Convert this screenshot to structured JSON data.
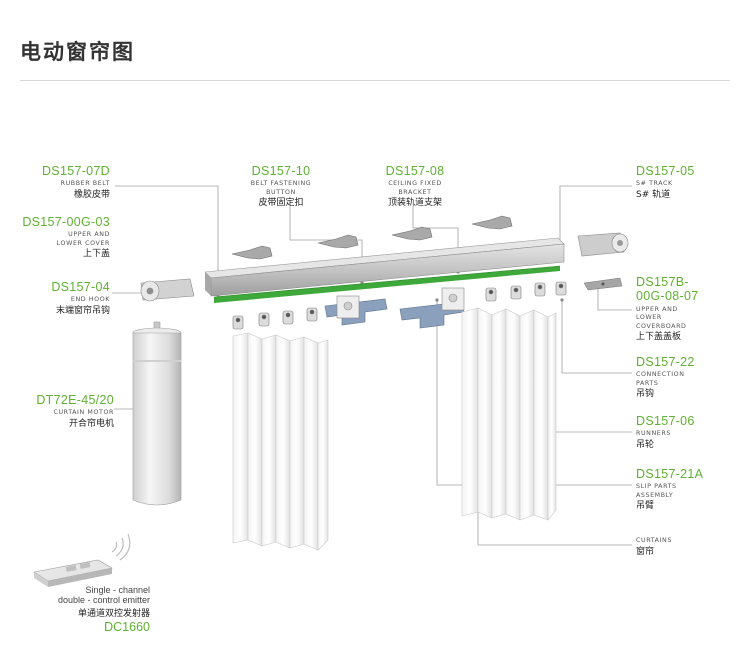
{
  "page": {
    "title": "电动窗帘图"
  },
  "labels": {
    "rubber_belt": {
      "code": "DS157-07D",
      "en": "RUBBER BELT",
      "cn": "橡胶皮带"
    },
    "upper_lower_cover": {
      "code": "DS157-00G-03",
      "en1": "UPPER AND",
      "en2": "LOWER COVER",
      "cn": "上下盖"
    },
    "end_hook": {
      "code": "DS157-04",
      "en": "END HOOK",
      "cn": "末端窗帘吊钩"
    },
    "motor": {
      "code": "DT72E-45/20",
      "en": "CURTAIN MOTOR",
      "cn": "开合帘电机"
    },
    "belt_button": {
      "code": "DS157-10",
      "en1": "BELT FASTENING",
      "en2": "BUTTON",
      "cn": "皮带固定扣"
    },
    "ceiling_bracket": {
      "code": "DS157-08",
      "en1": "CEILING FIXED",
      "en2": "BRACKET",
      "cn": "顶装轨道支架"
    },
    "track": {
      "code": "DS157-05",
      "en": "S# TRACK",
      "cn": "S# 轨道"
    },
    "coverboard": {
      "code1": "DS157B-",
      "code2": "00G-08-07",
      "en1": "UPPER AND",
      "en2": "LOWER",
      "en3": "COVERBOARD",
      "cn": "上下盖盖板"
    },
    "connection": {
      "code": "DS157-22",
      "en1": "CONNECTION",
      "en2": "PARTS",
      "cn": "吊钩"
    },
    "runners": {
      "code": "DS157-06",
      "en": "RUNNERS",
      "cn": "吊轮"
    },
    "slip": {
      "code": "DS157-21A",
      "en1": "SLIP PARTS",
      "en2": "ASSEMBLY",
      "cn": "吊臂"
    },
    "curtains": {
      "en": "CURTAINS",
      "cn": "窗帘"
    },
    "emitter": {
      "line1": "Single - channel",
      "line2": "double - control emitter",
      "cn": "单通道双控发射器",
      "code": "DC1660"
    }
  },
  "colors": {
    "accent": "#5fb131",
    "belt": "#3fa83a",
    "rail": "#c9c9c9",
    "line": "#9a9a9a"
  }
}
